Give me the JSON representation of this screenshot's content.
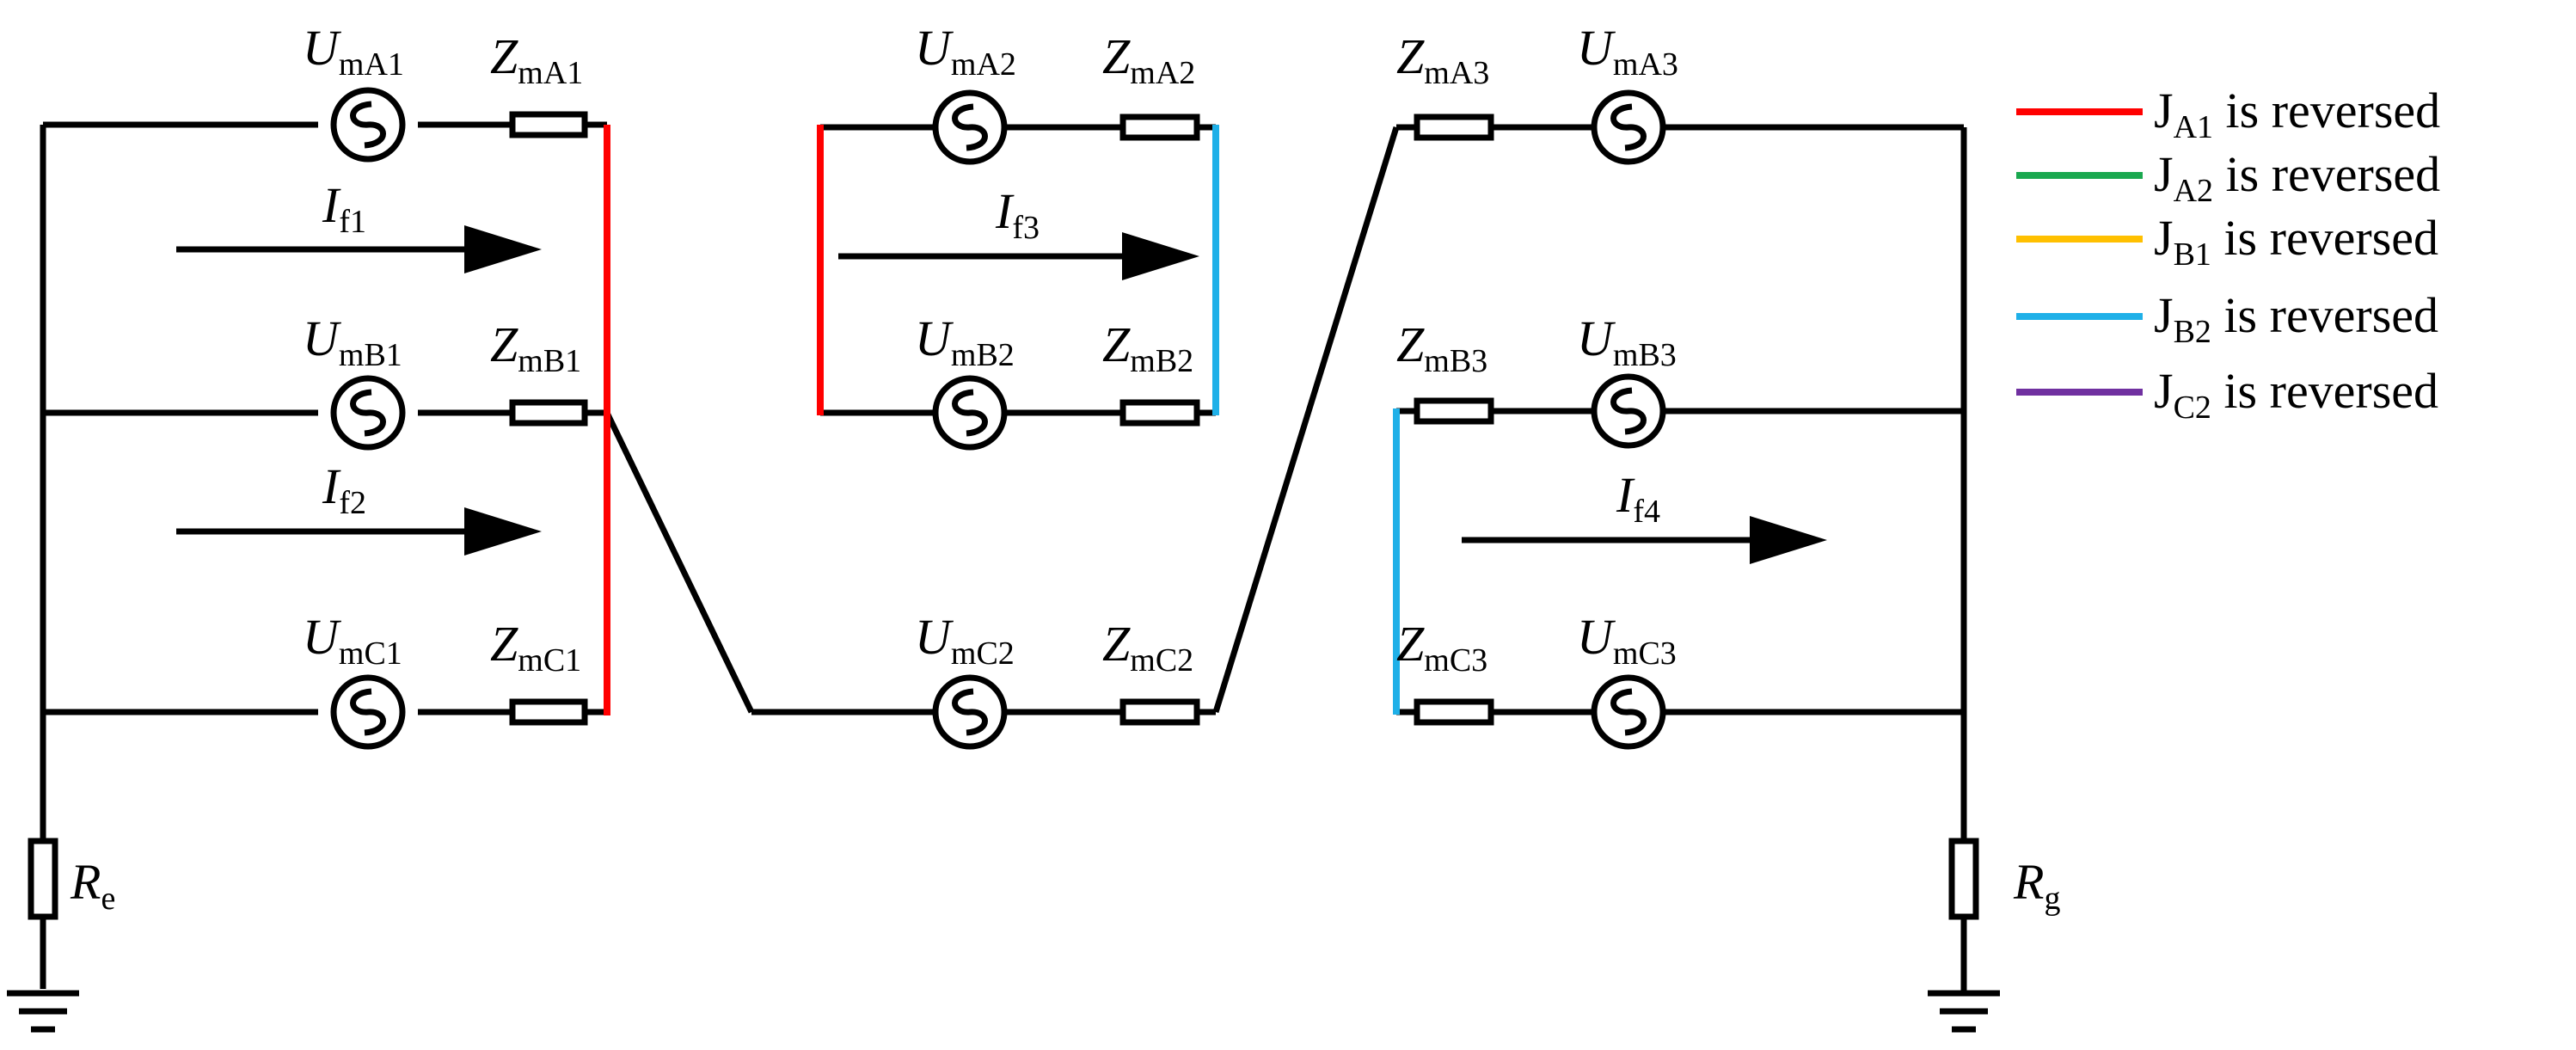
{
  "colors": {
    "wire": "#000000",
    "JA1": "#ff0000",
    "JA2": "#1aa84f",
    "JB1": "#ffc000",
    "JB2": "#1fb0e8",
    "JC2": "#7030a0"
  },
  "sources": [
    {
      "id": "UmA1",
      "main": "U",
      "sub": "mA1"
    },
    {
      "id": "UmB1",
      "main": "U",
      "sub": "mB1"
    },
    {
      "id": "UmC1",
      "main": "U",
      "sub": "mC1"
    },
    {
      "id": "UmA2",
      "main": "U",
      "sub": "mA2"
    },
    {
      "id": "UmB2",
      "main": "U",
      "sub": "mB2"
    },
    {
      "id": "UmC2",
      "main": "U",
      "sub": "mC2"
    },
    {
      "id": "UmA3",
      "main": "U",
      "sub": "mA3"
    },
    {
      "id": "UmB3",
      "main": "U",
      "sub": "mB3"
    },
    {
      "id": "UmC3",
      "main": "U",
      "sub": "mC3"
    }
  ],
  "impedances": [
    {
      "id": "ZmA1",
      "main": "Z",
      "sub": "mA1"
    },
    {
      "id": "ZmB1",
      "main": "Z",
      "sub": "mB1"
    },
    {
      "id": "ZmC1",
      "main": "Z",
      "sub": "mC1"
    },
    {
      "id": "ZmA2",
      "main": "Z",
      "sub": "mA2"
    },
    {
      "id": "ZmB2",
      "main": "Z",
      "sub": "mB2"
    },
    {
      "id": "ZmC2",
      "main": "Z",
      "sub": "mC2"
    },
    {
      "id": "ZmA3",
      "main": "Z",
      "sub": "mA3"
    },
    {
      "id": "ZmB3",
      "main": "Z",
      "sub": "mB3"
    },
    {
      "id": "ZmC3",
      "main": "Z",
      "sub": "mC3"
    }
  ],
  "currents": [
    {
      "id": "If1",
      "main": "I",
      "sub": "f1"
    },
    {
      "id": "If2",
      "main": "I",
      "sub": "f2"
    },
    {
      "id": "If3",
      "main": "I",
      "sub": "f3"
    },
    {
      "id": "If4",
      "main": "I",
      "sub": "f4"
    }
  ],
  "resistors": [
    {
      "id": "Re",
      "main": "R",
      "sub": "e"
    },
    {
      "id": "Rg",
      "main": "R",
      "sub": "g"
    }
  ],
  "legend": [
    {
      "key": "JA1",
      "main": "J",
      "sub": "A1",
      "text": " is reversed"
    },
    {
      "key": "JA2",
      "main": "J",
      "sub": "A2",
      "text": " is reversed"
    },
    {
      "key": "JB1",
      "main": "J",
      "sub": "B1",
      "text": " is reversed"
    },
    {
      "key": "JB2",
      "main": "J",
      "sub": "B2",
      "text": " is reversed"
    },
    {
      "key": "JC2",
      "main": "J",
      "sub": "C2",
      "text": " is reversed"
    }
  ]
}
